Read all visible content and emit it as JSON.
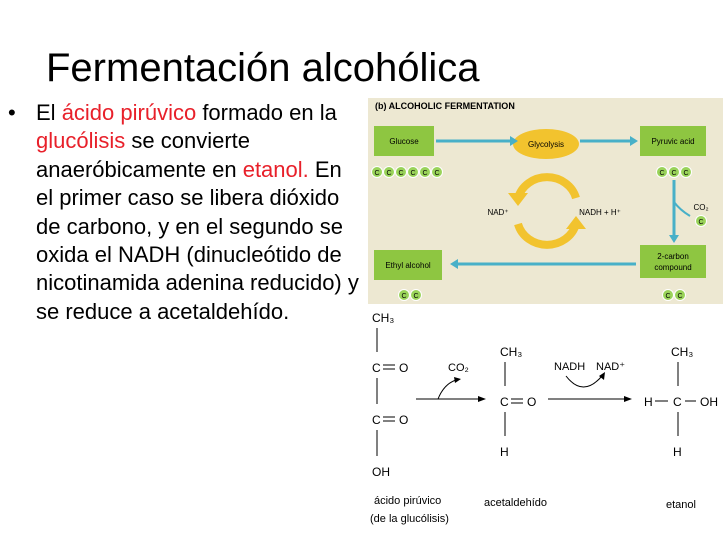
{
  "slide": {
    "title": "Fermentación alcohólica",
    "bullet": "•",
    "paragraph": {
      "t1": "El ",
      "r1": "ácido pirúvico",
      "t2": " formado en la ",
      "r2": "glucólisis",
      "t3": " se convierte anaeróbicamente en ",
      "r3": "etanol.",
      "t4": " En el primer caso se libera dióxido de carbono, y en el segundo se oxida el NADH (dinucleótido de nicotinamida adenina reducido) y se reduce a acetaldehído."
    }
  },
  "figure": {
    "header": "(b) ALCOHOLIC FERMENTATION",
    "glucose": "Glucose",
    "glycolysis": "Glycolysis",
    "pyruvic_acid": "Pyruvic acid",
    "nad_plus": "NAD⁺",
    "nadh": "NADH + H⁺",
    "co2": "CO₂",
    "ethyl_alcohol": "Ethyl alcohol",
    "two_carbon_1": "2-carbon",
    "two_carbon_2": "compound",
    "carbon": "C",
    "colors": {
      "box": "#8ec641",
      "circle": "#9ad35a",
      "arrow": "#48b0c8",
      "cycle": "#f2c32e",
      "bg": "#ede8d2"
    }
  },
  "chemistry": {
    "pyruvic": {
      "ch3": "CH₃",
      "c_o_1": "C",
      "o_1": "O",
      "c_o_2": "C",
      "o_2": "O",
      "oh": "OH",
      "label1": "ácido pirúvico",
      "label2": "(de la glucólisis)"
    },
    "co2": "CO₂",
    "acetaldehyde": {
      "ch3": "CH₃",
      "c": "C",
      "o": "O",
      "h": "H",
      "label": "acetaldehído"
    },
    "nadh": "NADH",
    "nad": "NAD⁺",
    "ethanol": {
      "ch3": "CH₃",
      "h_left": "H",
      "c": "C",
      "oh": "OH",
      "h_bottom": "H",
      "label": "etanol"
    }
  }
}
